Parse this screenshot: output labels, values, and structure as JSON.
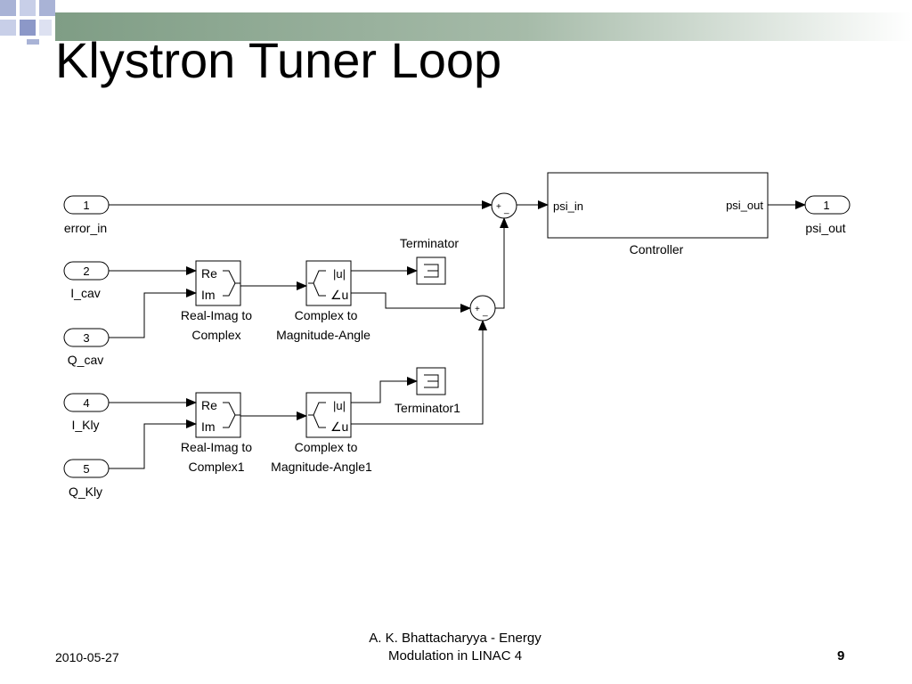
{
  "slide": {
    "title": "Klystron Tuner Loop",
    "footer_date": "2010-05-27",
    "footer_author_line1": "A. K. Bhattacharyya - Energy",
    "footer_author_line2": "Modulation in LINAC 4",
    "page_number": "9"
  },
  "colors": {
    "banner_green": "#8aa88f",
    "banner_blue": "#a9b3d6",
    "block_stroke": "#000000"
  },
  "diagram": {
    "inports": [
      {
        "num": "1",
        "name": "error_in"
      },
      {
        "num": "2",
        "name": "I_cav"
      },
      {
        "num": "3",
        "name": "Q_cav"
      },
      {
        "num": "4",
        "name": "I_Kly"
      },
      {
        "num": "5",
        "name": "Q_Kly"
      }
    ],
    "outport": {
      "num": "1",
      "name": "psi_out"
    },
    "ri2c_1": {
      "re": "Re",
      "im": "Im",
      "label1": "Real-Imag to",
      "label2": "Complex"
    },
    "ri2c_2": {
      "re": "Re",
      "im": "Im",
      "label1": "Real-Imag to",
      "label2": "Complex1"
    },
    "c2ma_1": {
      "mag": "|u|",
      "ang": "∠u",
      "label1": "Complex to",
      "label2": "Magnitude-Angle"
    },
    "c2ma_2": {
      "mag": "|u|",
      "ang": "∠u",
      "label1": "Complex to",
      "label2": "Magnitude-Angle1"
    },
    "terminator_1": "Terminator",
    "terminator_2": "Terminator1",
    "controller": {
      "name": "Controller",
      "in_port": "psi_in",
      "out_port": "psi_out"
    },
    "sum_signs": {
      "plus": "+",
      "minus": "_"
    }
  }
}
